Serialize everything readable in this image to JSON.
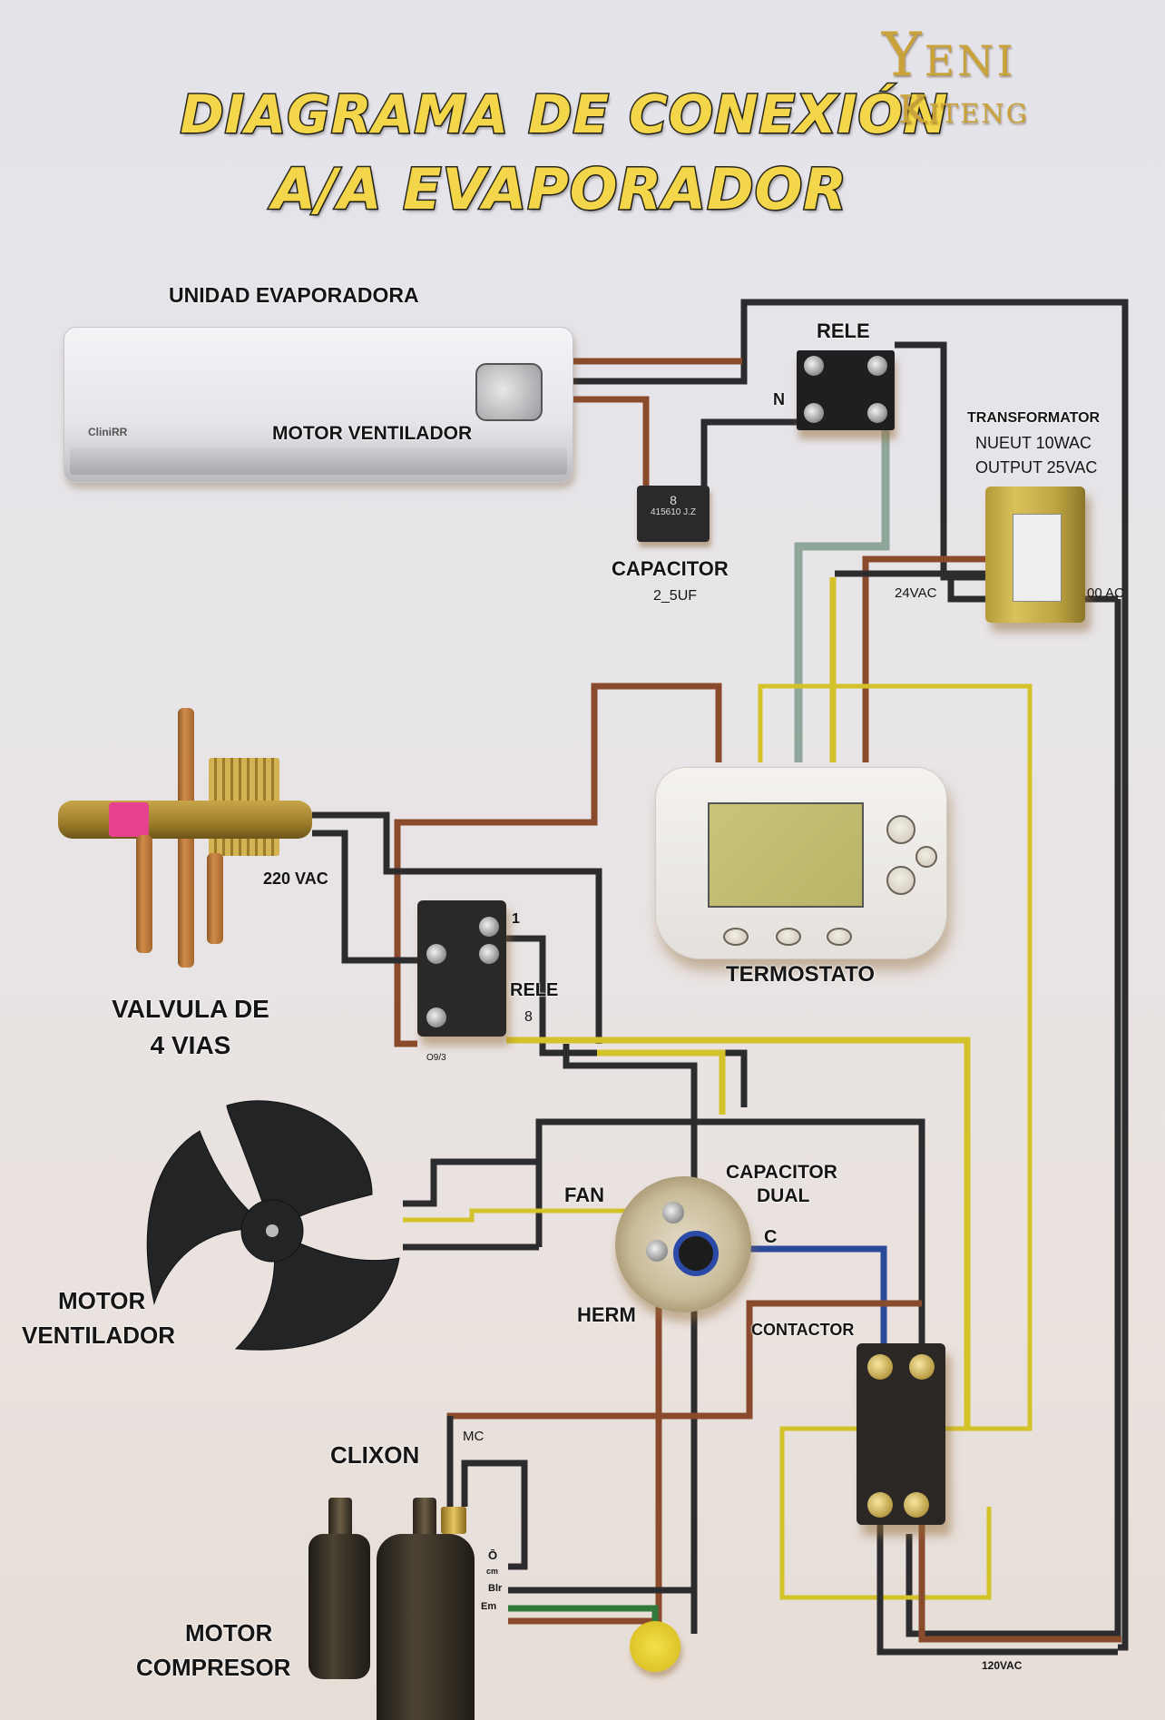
{
  "title": {
    "line1": "DIAGRAMA DE CONEXIÓN",
    "line2": "A/A EVAPORADOR"
  },
  "brand": {
    "line1": "Yeni",
    "line2": "Kiteng"
  },
  "components": {
    "evaporator_unit": {
      "label": "UNIDAD EVAPORADORA",
      "brand_text": "CliniRR",
      "motor_label": "MOTOR VENTILADOR"
    },
    "top_relay": {
      "label": "RELE",
      "terminal_label": "N"
    },
    "small_capacitor": {
      "label": "CAPACITOR",
      "value": "2_5UF",
      "marking_top": "8",
      "marking": "415610 J.Z"
    },
    "transformer": {
      "label": "TRANSFORMATOR",
      "input": "NUEUT 10WAC",
      "output": "OUTPUT 25VAC",
      "secondary_label": "24VAC",
      "primary_label": "00 AC"
    },
    "reversing_valve": {
      "label_line1": "VALVULA DE",
      "label_line2": "4 VIAS",
      "voltage": "220 VAC"
    },
    "mid_relay": {
      "label": "RELE",
      "terminal_1": "1",
      "terminal_8": "8",
      "marking": "O9/3"
    },
    "thermostat": {
      "label": "TERMOSTATO"
    },
    "fan_motor": {
      "label_line1": "MOTOR",
      "label_line2": "VENTILADOR"
    },
    "dual_capacitor": {
      "label_line1": "CAPACITOR",
      "label_line2": "DUAL",
      "fan_terminal": "FAN",
      "common_terminal": "C",
      "herm_terminal": "HERM"
    },
    "contactor": {
      "label": "CONTACTOR"
    },
    "clixon": {
      "label": "CLIXON",
      "terminal": "MC"
    },
    "compressor": {
      "label_line1": "MOTOR",
      "label_line2": "COMPRESOR",
      "terminals": [
        "Ō",
        "cm",
        "Blr",
        "Em"
      ]
    },
    "supply": {
      "label": "120VAC"
    }
  },
  "wire_colors": {
    "black": "#2c2c2e",
    "brown": "#8a4a2c",
    "yellow": "#d4c22a",
    "sage": "#8fa79a",
    "blue": "#2c4a9a",
    "green": "#2f7a3a"
  }
}
